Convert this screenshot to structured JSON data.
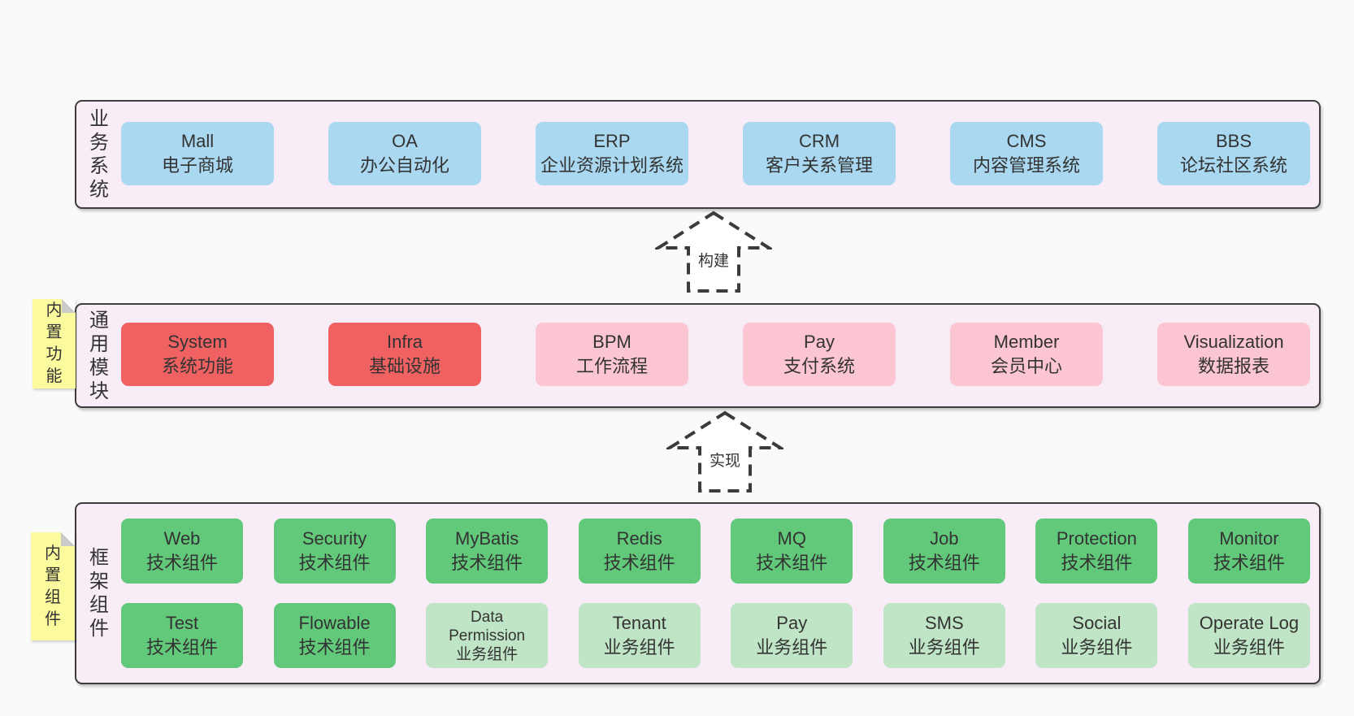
{
  "palette": {
    "page_bg": "#fafafa",
    "panel_bg": "#f8edf6",
    "panel_border": "#3d3d3d",
    "blue": "#a9d8f0",
    "red": "#f06161",
    "pink": "#fbc5d1",
    "green": "#62c87a",
    "green_light": "#c0e5c6",
    "sticky_yellow": "#fbfb9d",
    "sticky_fold": "#cacaca",
    "arrow_dash": "#3b3b3b",
    "text": "#333333"
  },
  "arrows": [
    {
      "label": "构建"
    },
    {
      "label": "实现"
    }
  ],
  "sections": {
    "business": {
      "label": "业务系统",
      "boxes": [
        {
          "name": "Mall",
          "desc": "电子商城",
          "color": "blue"
        },
        {
          "name": "OA",
          "desc": "办公自动化",
          "color": "blue"
        },
        {
          "name": "ERP",
          "desc": "企业资源计划系统",
          "color": "blue"
        },
        {
          "name": "CRM",
          "desc": "客户关系管理",
          "color": "blue"
        },
        {
          "name": "CMS",
          "desc": "内容管理系统",
          "color": "blue"
        },
        {
          "name": "BBS",
          "desc": "论坛社区系统",
          "color": "blue"
        }
      ]
    },
    "modules": {
      "label": "通用模块",
      "sticky": "内置功能",
      "boxes": [
        {
          "name": "System",
          "desc": "系统功能",
          "color": "red"
        },
        {
          "name": "Infra",
          "desc": "基础设施",
          "color": "red"
        },
        {
          "name": "BPM",
          "desc": "工作流程",
          "color": "pink"
        },
        {
          "name": "Pay",
          "desc": "支付系统",
          "color": "pink"
        },
        {
          "name": "Member",
          "desc": "会员中心",
          "color": "pink"
        },
        {
          "name": "Visualization",
          "desc": "数据报表",
          "color": "pink"
        }
      ]
    },
    "framework": {
      "label": "框架组件",
      "sticky": "内置组件",
      "rows": [
        [
          {
            "name": "Web",
            "desc": "技术组件",
            "color": "green"
          },
          {
            "name": "Security",
            "desc": "技术组件",
            "color": "green"
          },
          {
            "name": "MyBatis",
            "desc": "技术组件",
            "color": "green"
          },
          {
            "name": "Redis",
            "desc": "技术组件",
            "color": "green"
          },
          {
            "name": "MQ",
            "desc": "技术组件",
            "color": "green"
          },
          {
            "name": "Job",
            "desc": "技术组件",
            "color": "green"
          },
          {
            "name": "Protection",
            "desc": "技术组件",
            "color": "green"
          },
          {
            "name": "Monitor",
            "desc": "技术组件",
            "color": "green"
          }
        ],
        [
          {
            "name": "Test",
            "desc": "技术组件",
            "color": "green"
          },
          {
            "name": "Flowable",
            "desc": "技术组件",
            "color": "green"
          },
          {
            "name": "Data Permission",
            "desc": "业务组件",
            "color": "green_light",
            "size": "small"
          },
          {
            "name": "Tenant",
            "desc": "业务组件",
            "color": "green_light"
          },
          {
            "name": "Pay",
            "desc": "业务组件",
            "color": "green_light"
          },
          {
            "name": "SMS",
            "desc": "业务组件",
            "color": "green_light"
          },
          {
            "name": "Social",
            "desc": "业务组件",
            "color": "green_light"
          },
          {
            "name": "Operate Log",
            "desc": "业务组件",
            "color": "green_light"
          }
        ]
      ]
    }
  }
}
